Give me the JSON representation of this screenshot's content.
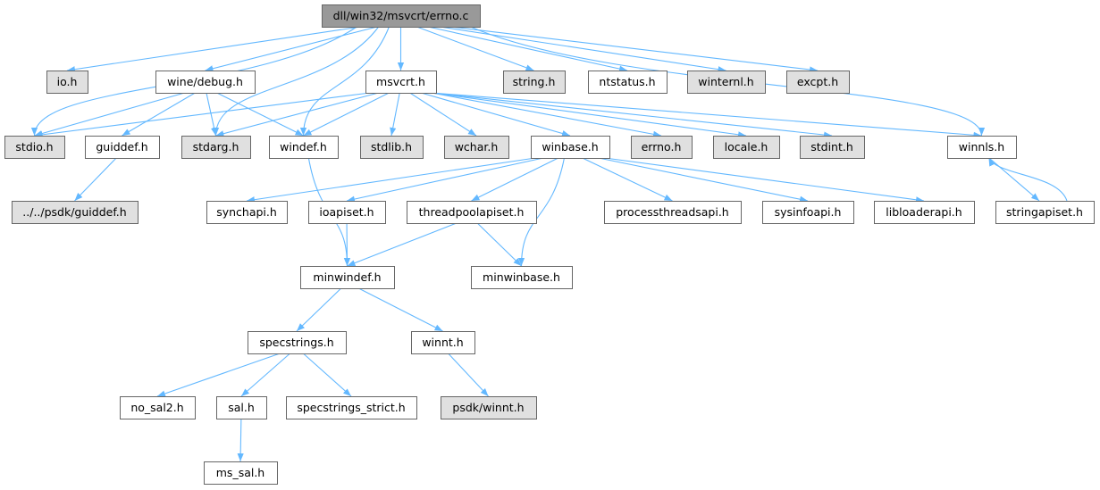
{
  "title": "dll/win32/msvcrt/errno.c",
  "colors": {
    "root_fill": "#999999",
    "external_fill": "#e0e0e0",
    "local_fill": "#ffffff",
    "edge": "#63b8ff",
    "border": "#666666"
  },
  "nodes": [
    {
      "id": "errno_c",
      "label": "dll/win32/msvcrt/errno.c",
      "kind": "root"
    },
    {
      "id": "io_h",
      "label": "io.h",
      "kind": "external"
    },
    {
      "id": "wine_debug_h",
      "label": "wine/debug.h",
      "kind": "local"
    },
    {
      "id": "msvcrt_h",
      "label": "msvcrt.h",
      "kind": "local"
    },
    {
      "id": "string_h",
      "label": "string.h",
      "kind": "external"
    },
    {
      "id": "ntstatus_h",
      "label": "ntstatus.h",
      "kind": "local"
    },
    {
      "id": "winternl_h",
      "label": "winternl.h",
      "kind": "external"
    },
    {
      "id": "excpt_h",
      "label": "excpt.h",
      "kind": "external"
    },
    {
      "id": "stdio_h",
      "label": "stdio.h",
      "kind": "external"
    },
    {
      "id": "guiddef_h",
      "label": "guiddef.h",
      "kind": "local"
    },
    {
      "id": "stdarg_h",
      "label": "stdarg.h",
      "kind": "external"
    },
    {
      "id": "windef_h",
      "label": "windef.h",
      "kind": "local"
    },
    {
      "id": "stdlib_h",
      "label": "stdlib.h",
      "kind": "external"
    },
    {
      "id": "wchar_h",
      "label": "wchar.h",
      "kind": "external"
    },
    {
      "id": "winbase_h",
      "label": "winbase.h",
      "kind": "local"
    },
    {
      "id": "errno_h",
      "label": "errno.h",
      "kind": "external"
    },
    {
      "id": "locale_h",
      "label": "locale.h",
      "kind": "external"
    },
    {
      "id": "stdint_h",
      "label": "stdint.h",
      "kind": "external"
    },
    {
      "id": "winnls_h",
      "label": "winnls.h",
      "kind": "local"
    },
    {
      "id": "psdk_guiddef_h",
      "label": "../../psdk/guiddef.h",
      "kind": "external"
    },
    {
      "id": "synchapi_h",
      "label": "synchapi.h",
      "kind": "local"
    },
    {
      "id": "ioapiset_h",
      "label": "ioapiset.h",
      "kind": "local"
    },
    {
      "id": "threadpoolapiset_h",
      "label": "threadpoolapiset.h",
      "kind": "local"
    },
    {
      "id": "processthreadsapi_h",
      "label": "processthreadsapi.h",
      "kind": "local"
    },
    {
      "id": "sysinfoapi_h",
      "label": "sysinfoapi.h",
      "kind": "local"
    },
    {
      "id": "libloaderapi_h",
      "label": "libloaderapi.h",
      "kind": "local"
    },
    {
      "id": "stringapiset_h",
      "label": "stringapiset.h",
      "kind": "local"
    },
    {
      "id": "minwindef_h",
      "label": "minwindef.h",
      "kind": "local"
    },
    {
      "id": "minwinbase_h",
      "label": "minwinbase.h",
      "kind": "local"
    },
    {
      "id": "specstrings_h",
      "label": "specstrings.h",
      "kind": "local"
    },
    {
      "id": "winnt_h",
      "label": "winnt.h",
      "kind": "local"
    },
    {
      "id": "no_sal2_h",
      "label": "no_sal2.h",
      "kind": "local"
    },
    {
      "id": "sal_h",
      "label": "sal.h",
      "kind": "local"
    },
    {
      "id": "specstrings_strict_h",
      "label": "specstrings_strict.h",
      "kind": "local"
    },
    {
      "id": "psdk_winnt_h",
      "label": "psdk/winnt.h",
      "kind": "external"
    },
    {
      "id": "ms_sal_h",
      "label": "ms_sal.h",
      "kind": "local"
    }
  ],
  "edges": [
    [
      "errno_c",
      "io_h"
    ],
    [
      "errno_c",
      "stdio_h"
    ],
    [
      "errno_c",
      "wine_debug_h"
    ],
    [
      "errno_c",
      "stdarg_h"
    ],
    [
      "errno_c",
      "windef_h"
    ],
    [
      "errno_c",
      "msvcrt_h"
    ],
    [
      "errno_c",
      "string_h"
    ],
    [
      "errno_c",
      "ntstatus_h"
    ],
    [
      "errno_c",
      "winternl_h"
    ],
    [
      "errno_c",
      "excpt_h"
    ],
    [
      "errno_c",
      "winnls_h"
    ],
    [
      "wine_debug_h",
      "stdio_h"
    ],
    [
      "wine_debug_h",
      "guiddef_h"
    ],
    [
      "wine_debug_h",
      "stdarg_h"
    ],
    [
      "wine_debug_h",
      "windef_h"
    ],
    [
      "msvcrt_h",
      "stdio_h"
    ],
    [
      "msvcrt_h",
      "stdarg_h"
    ],
    [
      "msvcrt_h",
      "windef_h"
    ],
    [
      "msvcrt_h",
      "stdlib_h"
    ],
    [
      "msvcrt_h",
      "wchar_h"
    ],
    [
      "msvcrt_h",
      "winbase_h"
    ],
    [
      "msvcrt_h",
      "errno_h"
    ],
    [
      "msvcrt_h",
      "locale_h"
    ],
    [
      "msvcrt_h",
      "stdint_h"
    ],
    [
      "msvcrt_h",
      "winnls_h"
    ],
    [
      "guiddef_h",
      "psdk_guiddef_h"
    ],
    [
      "windef_h",
      "minwindef_h"
    ],
    [
      "winbase_h",
      "synchapi_h"
    ],
    [
      "winbase_h",
      "ioapiset_h"
    ],
    [
      "winbase_h",
      "threadpoolapiset_h"
    ],
    [
      "winbase_h",
      "processthreadsapi_h"
    ],
    [
      "winbase_h",
      "sysinfoapi_h"
    ],
    [
      "winbase_h",
      "libloaderapi_h"
    ],
    [
      "winbase_h",
      "minwinbase_h"
    ],
    [
      "ioapiset_h",
      "minwindef_h"
    ],
    [
      "threadpoolapiset_h",
      "minwindef_h"
    ],
    [
      "threadpoolapiset_h",
      "minwinbase_h"
    ],
    [
      "winnls_h",
      "stringapiset_h"
    ],
    [
      "stringapiset_h",
      "winnls_h"
    ],
    [
      "minwindef_h",
      "specstrings_h"
    ],
    [
      "minwindef_h",
      "winnt_h"
    ],
    [
      "specstrings_h",
      "no_sal2_h"
    ],
    [
      "specstrings_h",
      "sal_h"
    ],
    [
      "specstrings_h",
      "specstrings_strict_h"
    ],
    [
      "winnt_h",
      "psdk_winnt_h"
    ],
    [
      "sal_h",
      "ms_sal_h"
    ]
  ]
}
